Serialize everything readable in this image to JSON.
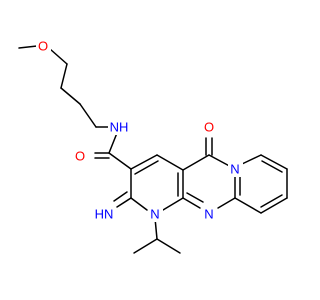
{
  "colors": {
    "bond": "#000000",
    "carbon": "#000000",
    "nitrogen": "#0000ff",
    "oxygen": "#ff0000"
  },
  "labels": {
    "methoxy_o": "O",
    "amide_nh": "NH",
    "carbonyl_o_amide": "O",
    "ring_carbonyl_o": "O",
    "ring_n_bridge": "N",
    "ring_n_imine_n": "N",
    "ring_n_iso": "N",
    "imine_nh": "HN"
  }
}
